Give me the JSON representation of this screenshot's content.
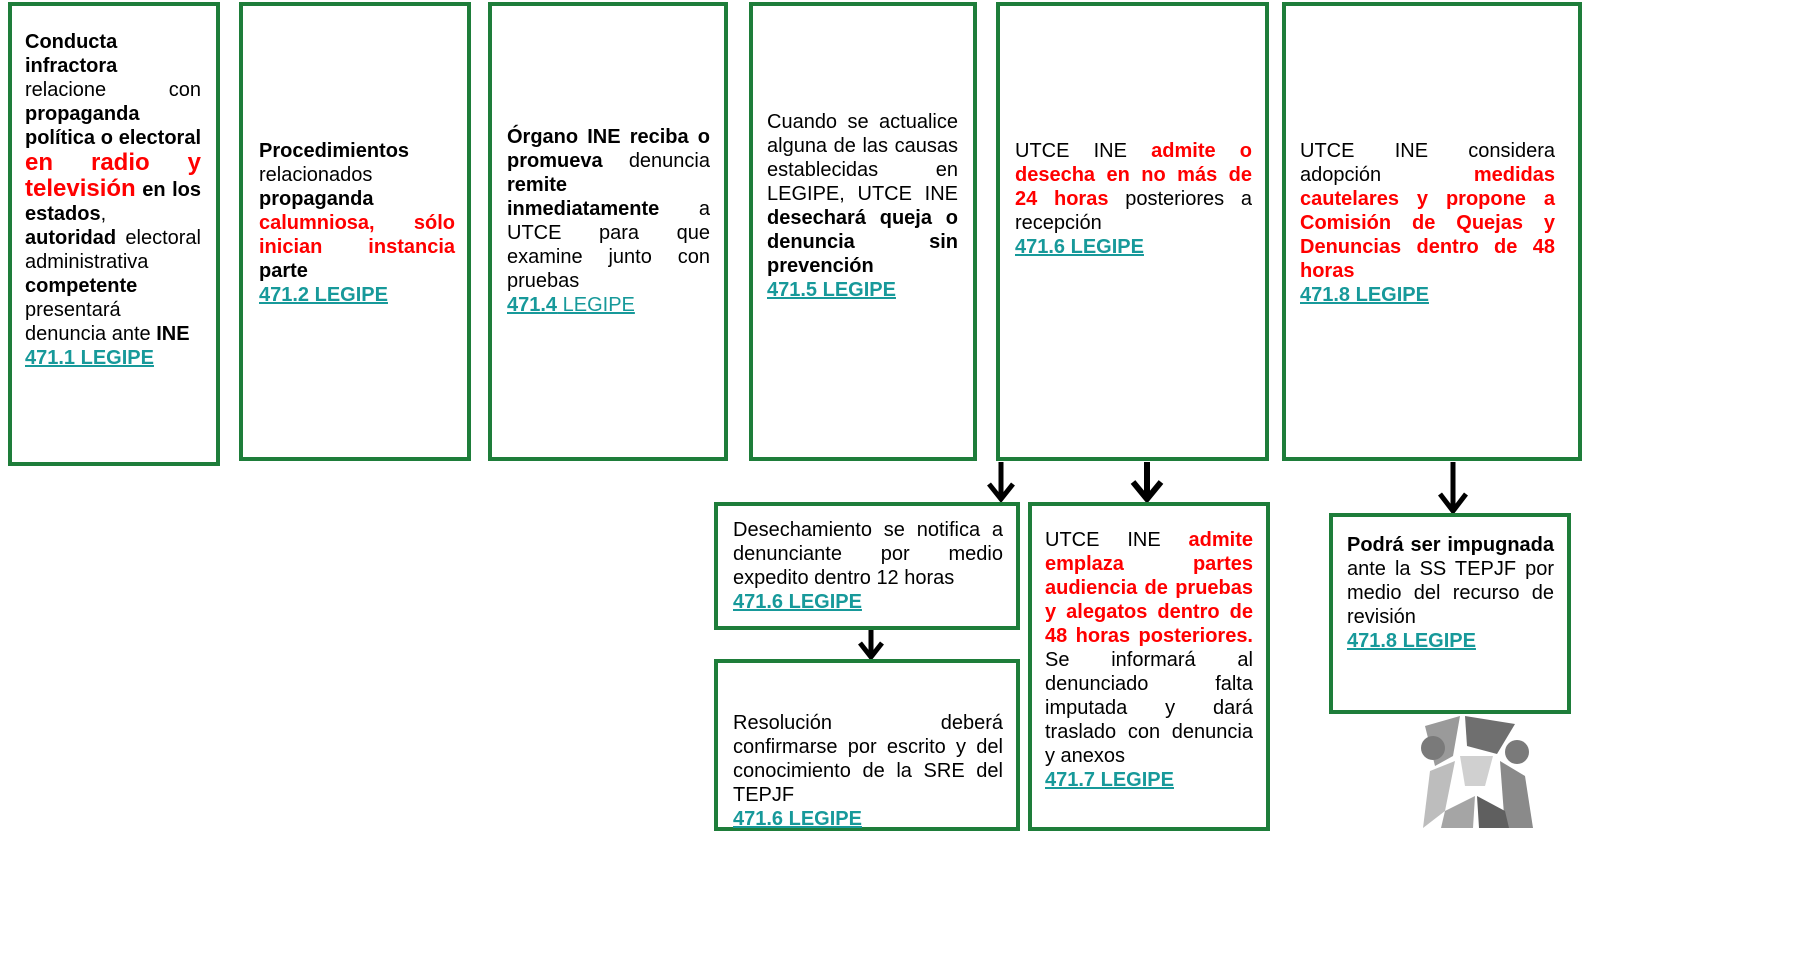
{
  "box1": {
    "t1": "Conducta infractora",
    "t2": "relacione con",
    "t3": "propaganda política o electoral",
    "t4": "en radio y televisión",
    "t5": "en los estados",
    "t6": ",",
    "t7": "autoridad",
    "t8": "electoral administrativa",
    "t9": "competente",
    "t10": "presentará denuncia ante",
    "t11": "INE",
    "ref": "471.1 LEGIPE"
  },
  "box2": {
    "t1": "Procedimientos",
    "t2": "relacionados",
    "t3": "propaganda",
    "t4": "calumniosa, sólo inician instancia",
    "t5": "parte",
    "ref": "471.2 LEGIPE"
  },
  "box3": {
    "t1": "Órgano INE reciba o promueva",
    "t2": "denuncia",
    "t3": "remite inmediatamente",
    "t4": "a UTCE para que examine junto con pruebas",
    "ref_bold": "471.4",
    "ref_rest": " LEGIPE"
  },
  "box4": {
    "t1": "Cuando se actualice alguna de las causas establecidas en LEGIPE, UTCE INE",
    "t2": "desechará queja o denuncia sin prevención",
    "ref": "471.5 LEGIPE"
  },
  "box5": {
    "t1": "UTCE INE",
    "t2": "admite o desecha en no más de 24 horas",
    "t3": "posteriores a recepción",
    "ref": "471.6 LEGIPE"
  },
  "box6": {
    "t1": "UTCE INE considera adopción",
    "t2": "medidas cautelares y propone a Comisión de Quejas y Denuncias dentro de 48 horas",
    "ref": "471.8 LEGIPE"
  },
  "box7": {
    "t1": "Desechamiento se notifica a denunciante por medio expedito dentro 12 horas",
    "ref": "471.6 LEGIPE"
  },
  "box8": {
    "t1": "Resolución deberá confirmarse por escrito y del conocimiento de la SRE del TEPJF",
    "ref": "471.6 LEGIPE"
  },
  "box9": {
    "t1": "UTCE INE",
    "t2": "admite emplaza partes audiencia de pruebas y alegatos dentro de 48 horas posteriores.",
    "t3": "Se informará al denunciado falta imputada y dará traslado con denuncia y anexos",
    "ref": "471.7 LEGIPE"
  },
  "box10": {
    "t1": "Podrá ser impugnada",
    "t2": "ante la SS TEPJF por medio del recurso de revisión",
    "ref": "471.8 LEGIPE"
  },
  "colors": {
    "border": "#1e7d3a",
    "highlight": "#ff0000",
    "link": "#17999a"
  },
  "icons": {
    "arrows": "arrow-down-icon",
    "logo": "tribunal-logo"
  }
}
